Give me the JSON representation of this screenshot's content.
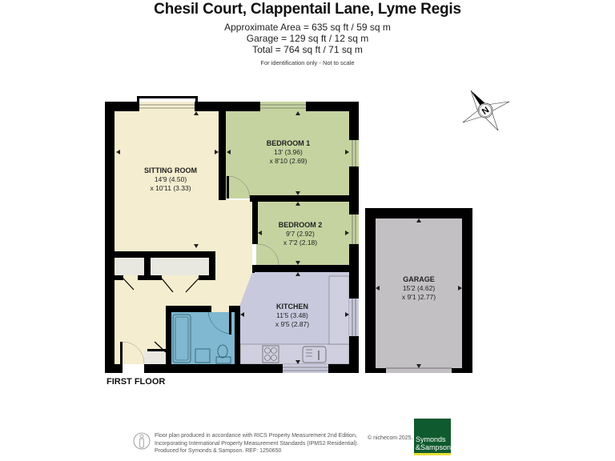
{
  "header": {
    "title": "Chesil Court, Clappentail Lane, Lyme Regis",
    "area_lines": [
      "Approximate Area = 635 sq ft / 59 sq m",
      "Garage = 129 sq ft / 12 sq m",
      "Total = 764 sq ft / 71 sq m"
    ],
    "disclaimer": "For identification only - Not to scale"
  },
  "compass": {
    "label": "N",
    "icon": "north-arrow-icon"
  },
  "floor": {
    "label": "FIRST FLOOR",
    "rooms": [
      {
        "name": "SITTING ROOM",
        "dim1": "14'9 (4.50)",
        "dim2": "x 10'11 (3.33)",
        "color": "#f4edcf"
      },
      {
        "name": "BEDROOM 1",
        "dim1": "13' (3.96)",
        "dim2": "x 8'10 (2.69)",
        "color": "#c5d3a0"
      },
      {
        "name": "BEDROOM 2",
        "dim1": "9'7 (2.92)",
        "dim2": "x 7'2 (2.18)",
        "color": "#c5d3a0"
      },
      {
        "name": "KITCHEN",
        "dim1": "11'5 (3.48)",
        "dim2": "x 9'5 (2.87)",
        "color": "#c9c9dd"
      },
      {
        "name": "GARAGE",
        "dim1": "15'2 (4.62)",
        "dim2": "x 9'1 )2.77)",
        "color": "#c3c0c3"
      }
    ],
    "bathroom_color": "#7fb8d0",
    "cupboard_color": "#e8e8e0"
  },
  "footer": {
    "lines": [
      "Floor plan produced in accordance with RICS Property Measurement 2nd Edition,",
      "Incorporating International Property Measurement Standards (IPMS2 Residential).",
      "Produced for Symonds & Sampson.   REF:  1250650"
    ],
    "copyright": "© nichecom 2025.",
    "logo_line1": "Symonds",
    "logo_line2": "&Sampson",
    "logo_color": "#0f5a2e",
    "logo_accent": "#e8df3a"
  }
}
